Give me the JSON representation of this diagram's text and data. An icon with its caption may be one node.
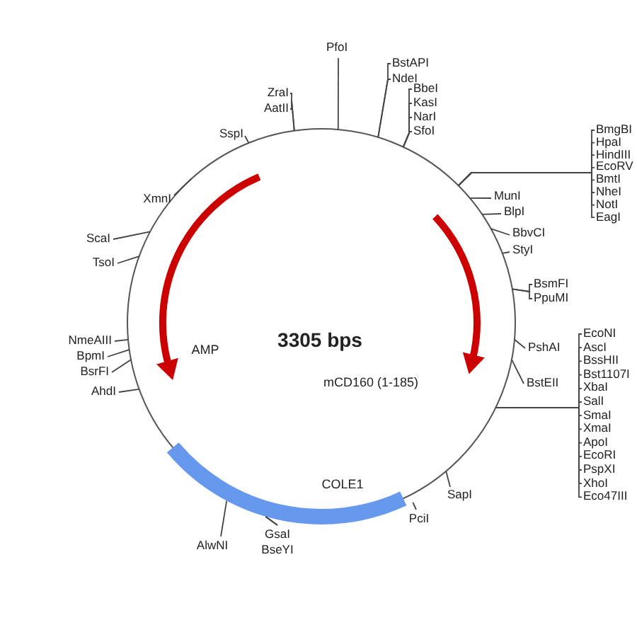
{
  "diagram": {
    "nodes": [
      {
        "text": [
          "PfoI"
        ]
      },
      {
        "text": [
          "BstAPI"
        ]
      },
      {
        "text": [
          "NdeI"
        ]
      },
      {
        "text": [
          "BbeI"
        ]
      },
      {
        "text": [
          "KasI"
        ]
      },
      {
        "text": [
          "NarI"
        ]
      },
      {
        "text": [
          "SfoI"
        ]
      },
      {
        "text": [
          "BmgBI"
        ]
      },
      {
        "text": [
          "HpaI"
        ]
      },
      {
        "text": [
          "HindIII"
        ]
      },
      {
        "text": [
          "EcoRV"
        ]
      },
      {
        "text": [
          "BmtI"
        ]
      },
      {
        "text": [
          "NheI"
        ]
      },
      {
        "text": [
          "NotI"
        ]
      },
      {
        "text": [
          "EagI"
        ]
      },
      {
        "text": [
          "MunI"
        ]
      },
      {
        "text": [
          "BlpI"
        ]
      },
      {
        "text": [
          "BbvCI"
        ]
      },
      {
        "text": [
          "StyI"
        ]
      },
      {
        "text": [
          "BsmFI"
        ]
      },
      {
        "text": [
          "PpuMI"
        ]
      },
      {
        "text": [
          "PshAI"
        ]
      },
      {
        "text": [
          "BstEII"
        ]
      },
      {
        "text": [
          "EcoNI"
        ]
      },
      {
        "text": [
          "AscI"
        ]
      },
      {
        "text": [
          "BssHII"
        ]
      },
      {
        "text": [
          "Bst1107I"
        ]
      },
      {
        "text": [
          "XbaI"
        ]
      },
      {
        "text": [
          "SalI"
        ]
      },
      {
        "text": [
          "SmaI"
        ]
      },
      {
        "text": [
          "XmaI"
        ]
      },
      {
        "text": [
          "ApoI"
        ]
      },
      {
        "text": [
          "EcoRI"
        ]
      },
      {
        "text": [
          "PspXI"
        ]
      },
      {
        "text": [
          "XhoI"
        ]
      },
      {
        "text": [
          "Eco47III"
        ]
      },
      {
        "text": [
          "SapI"
        ]
      },
      {
        "text": [
          "PciI"
        ]
      },
      {
        "text": [
          "GsaI"
        ]
      },
      {
        "text": [
          "BseYI"
        ]
      },
      {
        "text": [
          "AlwNI"
        ]
      },
      {
        "text": [
          "AhdI"
        ]
      },
      {
        "text": [
          "BsrFI"
        ]
      },
      {
        "text": [
          "BpmI"
        ]
      },
      {
        "text": [
          "NmeAIII"
        ]
      },
      {
        "text": [
          "TsoI"
        ]
      },
      {
        "text": [
          "ScaI"
        ]
      },
      {
        "text": [
          "XmnI"
        ]
      },
      {
        "text": [
          "SspI"
        ]
      },
      {
        "text": [
          "ZraI"
        ]
      },
      {
        "text": [
          "AatII"
        ]
      },
      {
        "text": [],
        "shape": "circle"
      },
      {
        "text": [],
        "shape": "bar"
      }
    ],
    "edges": [
      {
        "from": 0,
        "to": 51,
        "arrow": "none"
      },
      {
        "from": 1,
        "to": 51,
        "arrow": "none"
      },
      {
        "from": 2,
        "to": 51,
        "arrow": "none"
      },
      {
        "from": 3,
        "to": 51,
        "arrow": "none"
      },
      {
        "from": 4,
        "to": 51,
        "arrow": "none"
      },
      {
        "from": 5,
        "to": 51,
        "arrow": "none"
      },
      {
        "from": 6,
        "to": 51,
        "arrow": "none"
      },
      {
        "from": 7,
        "to": 51,
        "arrow": "none"
      },
      {
        "from": 8,
        "to": 51,
        "arrow": "none"
      },
      {
        "from": 9,
        "to": 51,
        "arrow": "none"
      },
      {
        "from": 10,
        "to": 51,
        "arrow": "none"
      },
      {
        "from": 11,
        "to": 51,
        "arrow": "none"
      },
      {
        "from": 12,
        "to": 51,
        "arrow": "none"
      },
      {
        "from": 13,
        "to": 51,
        "arrow": "none"
      },
      {
        "from": 14,
        "to": 51,
        "arrow": "none"
      },
      {
        "from": 15,
        "to": 51,
        "arrow": "none"
      },
      {
        "from": 16,
        "to": 51,
        "arrow": "none"
      },
      {
        "from": 17,
        "to": 51,
        "arrow": "none"
      },
      {
        "from": 18,
        "to": 51,
        "arrow": "none"
      },
      {
        "from": 19,
        "to": 51,
        "arrow": "none"
      },
      {
        "from": 20,
        "to": 51,
        "arrow": "none"
      },
      {
        "from": 21,
        "to": 51,
        "arrow": "none"
      },
      {
        "from": 22,
        "to": 51,
        "arrow": "none"
      },
      {
        "from": 23,
        "to": 51,
        "arrow": "none"
      },
      {
        "from": 24,
        "to": 51,
        "arrow": "none"
      },
      {
        "from": 25,
        "to": 51,
        "arrow": "none"
      },
      {
        "from": 26,
        "to": 51,
        "arrow": "none"
      },
      {
        "from": 27,
        "to": 51,
        "arrow": "none"
      },
      {
        "from": 28,
        "to": 51,
        "arrow": "none"
      },
      {
        "from": 29,
        "to": 51,
        "arrow": "none"
      },
      {
        "from": 30,
        "to": 51,
        "arrow": "none"
      },
      {
        "from": 31,
        "to": 51,
        "arrow": "none"
      },
      {
        "from": 32,
        "to": 51,
        "arrow": "none"
      },
      {
        "from": 33,
        "to": 51,
        "arrow": "none"
      },
      {
        "from": 34,
        "to": 51,
        "arrow": "none"
      },
      {
        "from": 35,
        "to": 51,
        "arrow": "none"
      },
      {
        "from": 36,
        "to": 51,
        "arrow": "none"
      },
      {
        "from": 37,
        "to": 52,
        "arrow": "none"
      },
      {
        "from": 38,
        "to": 52,
        "arrow": "none"
      },
      {
        "from": 39,
        "to": 52,
        "arrow": "none"
      },
      {
        "from": 40,
        "to": 52,
        "arrow": "none"
      },
      {
        "from": 41,
        "to": 51,
        "arrow": "none"
      },
      {
        "from": 42,
        "to": 51,
        "arrow": "none"
      },
      {
        "from": 43,
        "to": 51,
        "arrow": "none"
      },
      {
        "from": 44,
        "to": 51,
        "arrow": "none"
      },
      {
        "from": 45,
        "to": 51,
        "arrow": "none"
      },
      {
        "from": 46,
        "to": 51,
        "arrow": "none"
      },
      {
        "from": 47,
        "to": 51,
        "arrow": "none"
      },
      {
        "from": 48,
        "to": 51,
        "arrow": "none"
      },
      {
        "from": 49,
        "to": 51,
        "arrow": "none"
      },
      {
        "from": 50,
        "to": 51,
        "arrow": "none"
      }
    ],
    "labels": [
      "AMP",
      "3305 bps",
      "mCD160 (1-185)",
      "COLE1"
    ]
  }
}
